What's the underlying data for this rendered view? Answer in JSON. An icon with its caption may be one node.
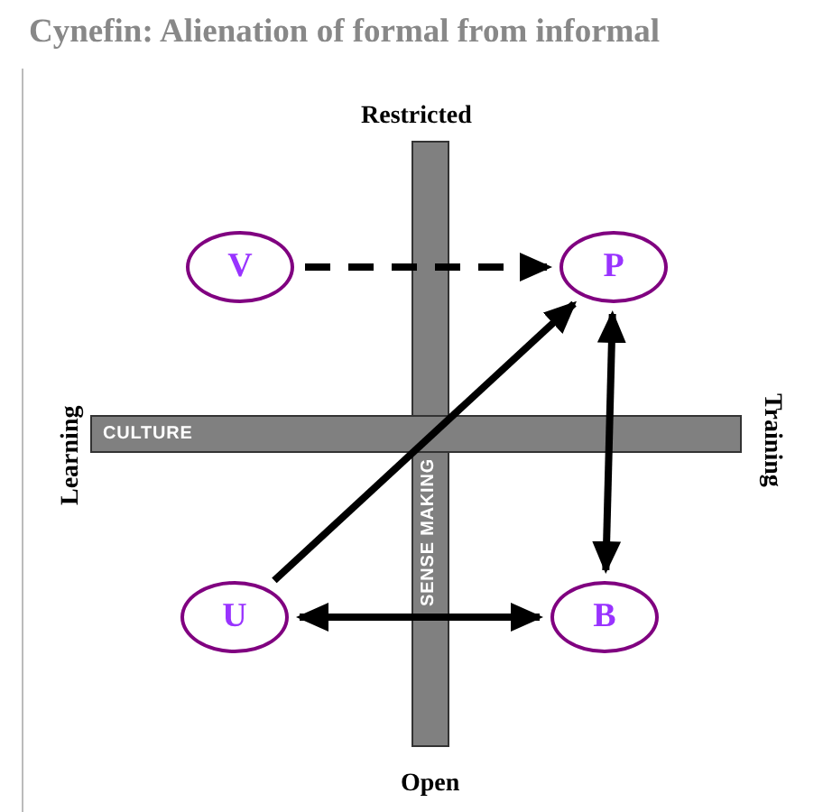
{
  "diagram": {
    "title": "Cynefin: Alienation of formal from informal",
    "nodes": [
      {
        "text": [
          "V"
        ]
      },
      {
        "text": [
          "P"
        ]
      },
      {
        "text": [
          "U"
        ]
      },
      {
        "text": [
          "B"
        ]
      }
    ],
    "edges": [
      {
        "from": 0,
        "to": 1,
        "arrow": "to",
        "style": "dashed"
      },
      {
        "from": 2,
        "to": 1,
        "arrow": "to"
      },
      {
        "from": 1,
        "to": 3,
        "arrow": "both"
      },
      {
        "from": 2,
        "to": 3,
        "arrow": "both"
      }
    ],
    "labels": [
      "Restricted",
      "Learning",
      "CULTURE",
      "Training",
      "SENSE MAKING",
      "Open"
    ]
  }
}
